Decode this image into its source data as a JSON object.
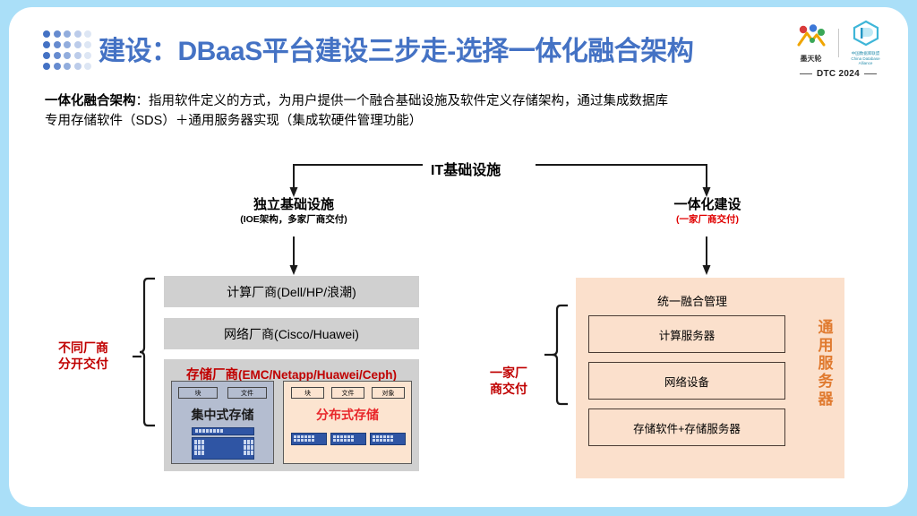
{
  "header": {
    "title": "建设：DBaaS平台建设三步走-选择一体化融合架构",
    "logo_icon": "dot-grid-logo",
    "brand_left_name": "墨天轮",
    "brand_right_name": "中国数据库联盟",
    "brand_right_sub": "China Database Alliance",
    "conference": "DTC 2024",
    "accent_color": "#4472C4"
  },
  "description": {
    "term": "一体化融合架构",
    "body_line1": "：指用软件定义的方式，为用户提供一个融合基础设施及软件定义存储架构，通过集成数据库",
    "body_line2": "专用存储软件（SDS）＋通用服务器实现（集成软硬件管理功能）"
  },
  "diagram": {
    "root_label": "IT基础设施",
    "left_branch": {
      "title": "独立基础设施",
      "subtitle": "(IOE架构，多家厂商交付)",
      "note": "不同厂商\n分开交付",
      "note_line1": "不同厂商",
      "note_line2": "分开交付",
      "rows": [
        {
          "label": "计算厂商(Dell/HP/浪潮)"
        },
        {
          "label": "网络厂商(Cisco/Huawei)"
        }
      ],
      "storage_row": {
        "label_cn": "存储厂商",
        "label_en": "(EMC/Netapp/Huawei/Ceph)",
        "centralized": {
          "name": "集中式存储",
          "tags": [
            "块",
            "文件"
          ],
          "server_count": 1
        },
        "distributed": {
          "name": "分布式存储",
          "tags": [
            "块",
            "文件",
            "对象"
          ],
          "server_count": 3
        }
      }
    },
    "right_branch": {
      "title": "一体化建设",
      "subtitle": "(一家厂商交付)",
      "note_line1": "一家厂",
      "note_line2": "商交付",
      "panel_title": "统一融合管理",
      "vertical_label": "通用服务器",
      "rows": [
        {
          "label": "计算服务器"
        },
        {
          "label": "网络设备"
        },
        {
          "label": "存储软件+存储服务器"
        }
      ]
    }
  },
  "colors": {
    "page_border": "#AADFF8",
    "title_blue": "#4472C4",
    "red": "#C00000",
    "orange_panel": "#FBE0CC",
    "orange_text": "#E07A2F",
    "grey_box": "#D0D0D0"
  }
}
